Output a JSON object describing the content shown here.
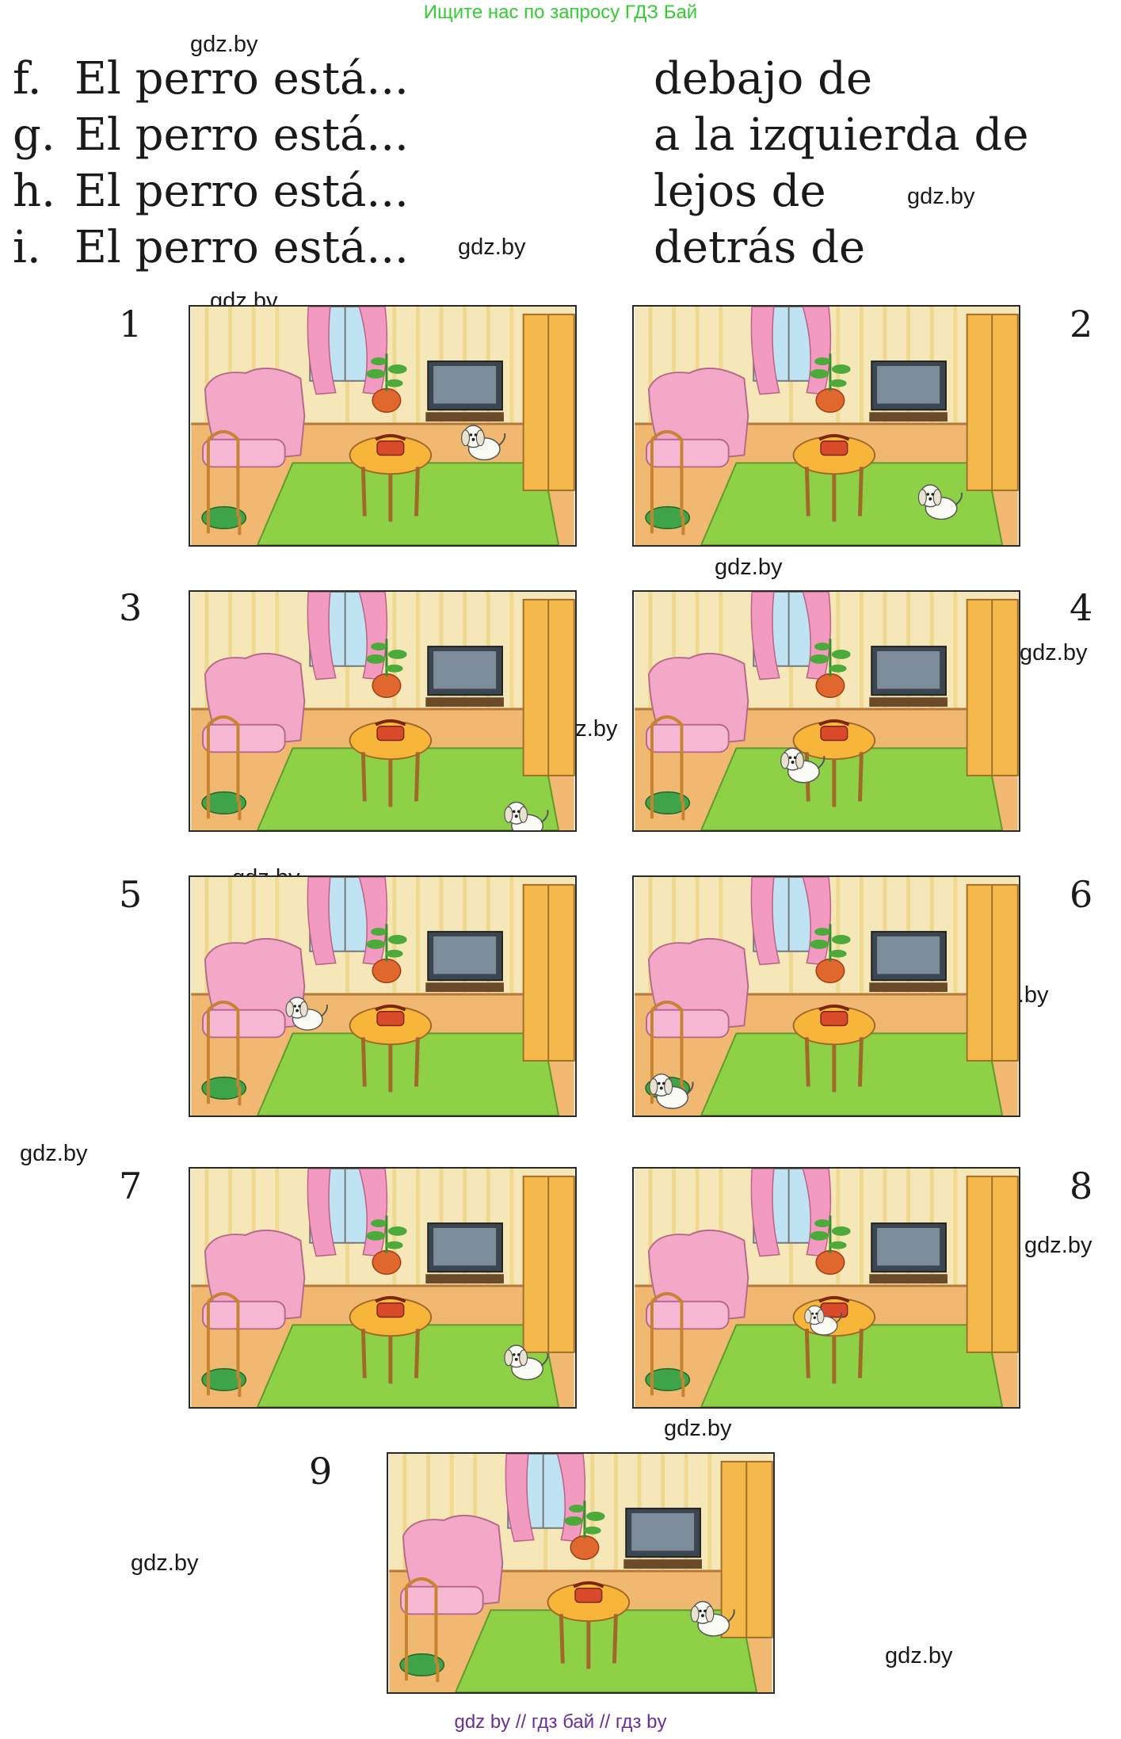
{
  "header": {
    "link_text": "Ищите нас по запросу ГДЗ Бай"
  },
  "exercise_lines": [
    {
      "letter": "f.",
      "text": "El perro está..."
    },
    {
      "letter": "g.",
      "text": "El perro está..."
    },
    {
      "letter": "h.",
      "text": "El perro está..."
    },
    {
      "letter": "i.",
      "text": "El perro está..."
    }
  ],
  "phrases": [
    "debajo de",
    "a la izquierda de",
    "lejos de",
    "detrás de"
  ],
  "watermark": "gdz.by",
  "pictures": [
    {
      "number": "1"
    },
    {
      "number": "2"
    },
    {
      "number": "3"
    },
    {
      "number": "4"
    },
    {
      "number": "5"
    },
    {
      "number": "6"
    },
    {
      "number": "7"
    },
    {
      "number": "8"
    },
    {
      "number": "9"
    }
  ],
  "footer": {
    "text": "gdz by  //  гдз бай  //  гдз by"
  },
  "colors": {
    "link_green": "#33cc33",
    "footer_purple": "#6a2e9a",
    "wall": "#f6e7b8",
    "floor": "#f0b870",
    "rug": "#8ed146",
    "sofa": "#f3a8c8",
    "curtain": "#f29ac0",
    "table": "#f7b53a",
    "wardrobe": "#f5b84a"
  }
}
